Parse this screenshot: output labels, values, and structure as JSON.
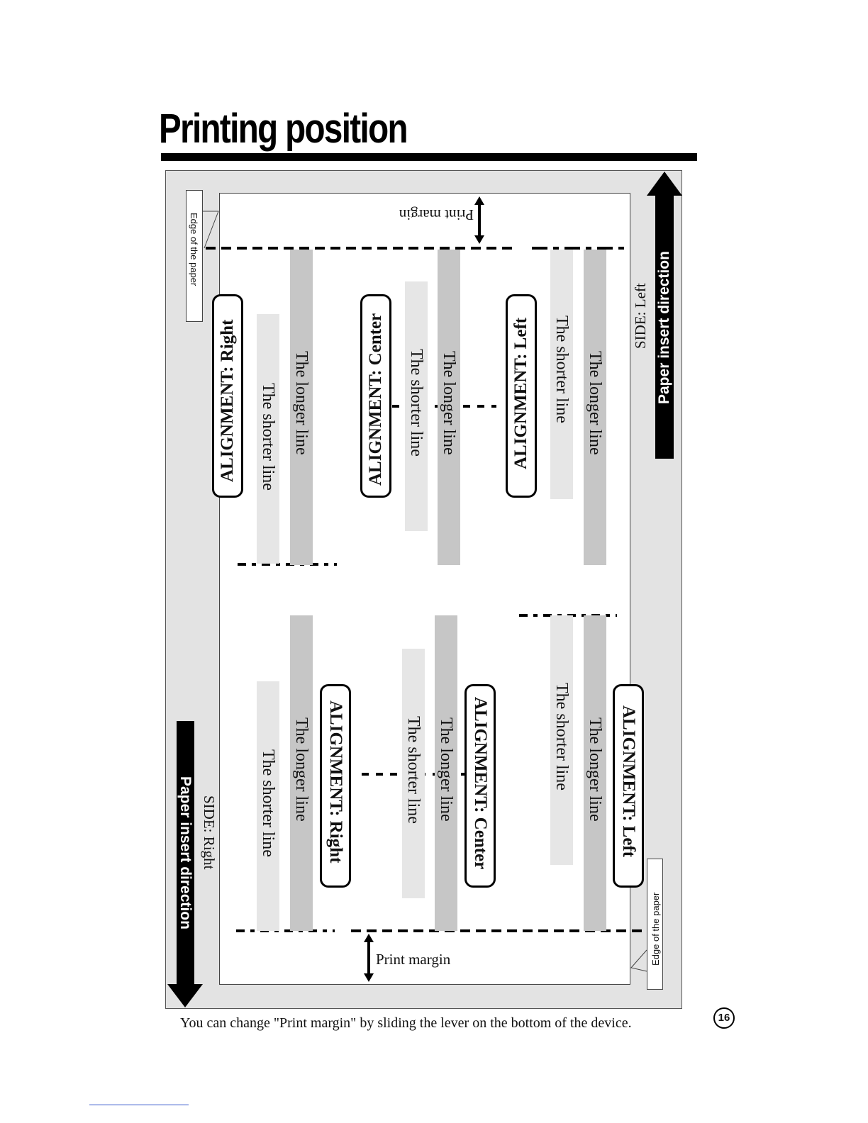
{
  "page": {
    "title": "Printing position",
    "caption": "You can change \"Print margin\" by sliding the lever on the bottom of the device.",
    "page_number": "16"
  },
  "diagram": {
    "edge_label": "Edge of the paper",
    "print_margin_label": "Print margin",
    "paper_insert_label": "Paper insert direction",
    "side_left_label": "SIDE: Left",
    "side_right_label": "SIDE: Right",
    "longer_line_label": "The longer line",
    "shorter_line_label": "The shorter line",
    "alignment_right": "ALIGNMENT: Right",
    "alignment_center": "ALIGNMENT: Center",
    "alignment_left": "ALIGNMENT: Left",
    "colors": {
      "panel": "#e3e3e3",
      "longer_bar": "#c6c6c6",
      "shorter_bar": "#e6e6e6",
      "arrow": "#000000"
    }
  }
}
